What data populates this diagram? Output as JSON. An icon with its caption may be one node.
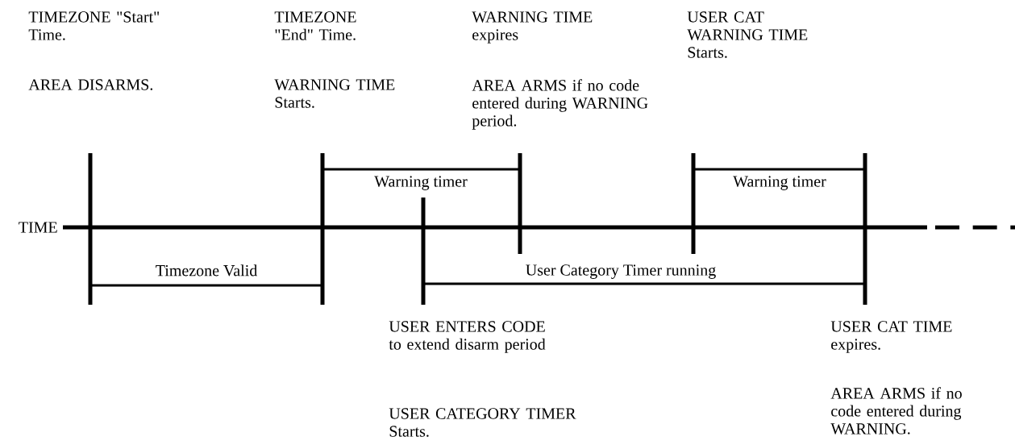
{
  "diagram": {
    "labels": [
      "TIMEZONE \"Start\" Time.",
      "AREA DISARMS.",
      "TIMEZONE \"End\" Time.",
      "WARNING TIME Starts.",
      "WARNING TIME expires",
      "AREA ARMS if no code entered during WARNING period.",
      "USER CAT WARNING TIME Starts.",
      "Warning timer",
      "Warning timer",
      "TIME",
      "Timezone Valid",
      "User Category Timer running",
      "USER ENTERS CODE to extend disarm period",
      "USER CATEGORY TIMER Starts.",
      "USER CAT TIME expires.",
      "AREA ARMS if no code entered during WARNING."
    ]
  }
}
